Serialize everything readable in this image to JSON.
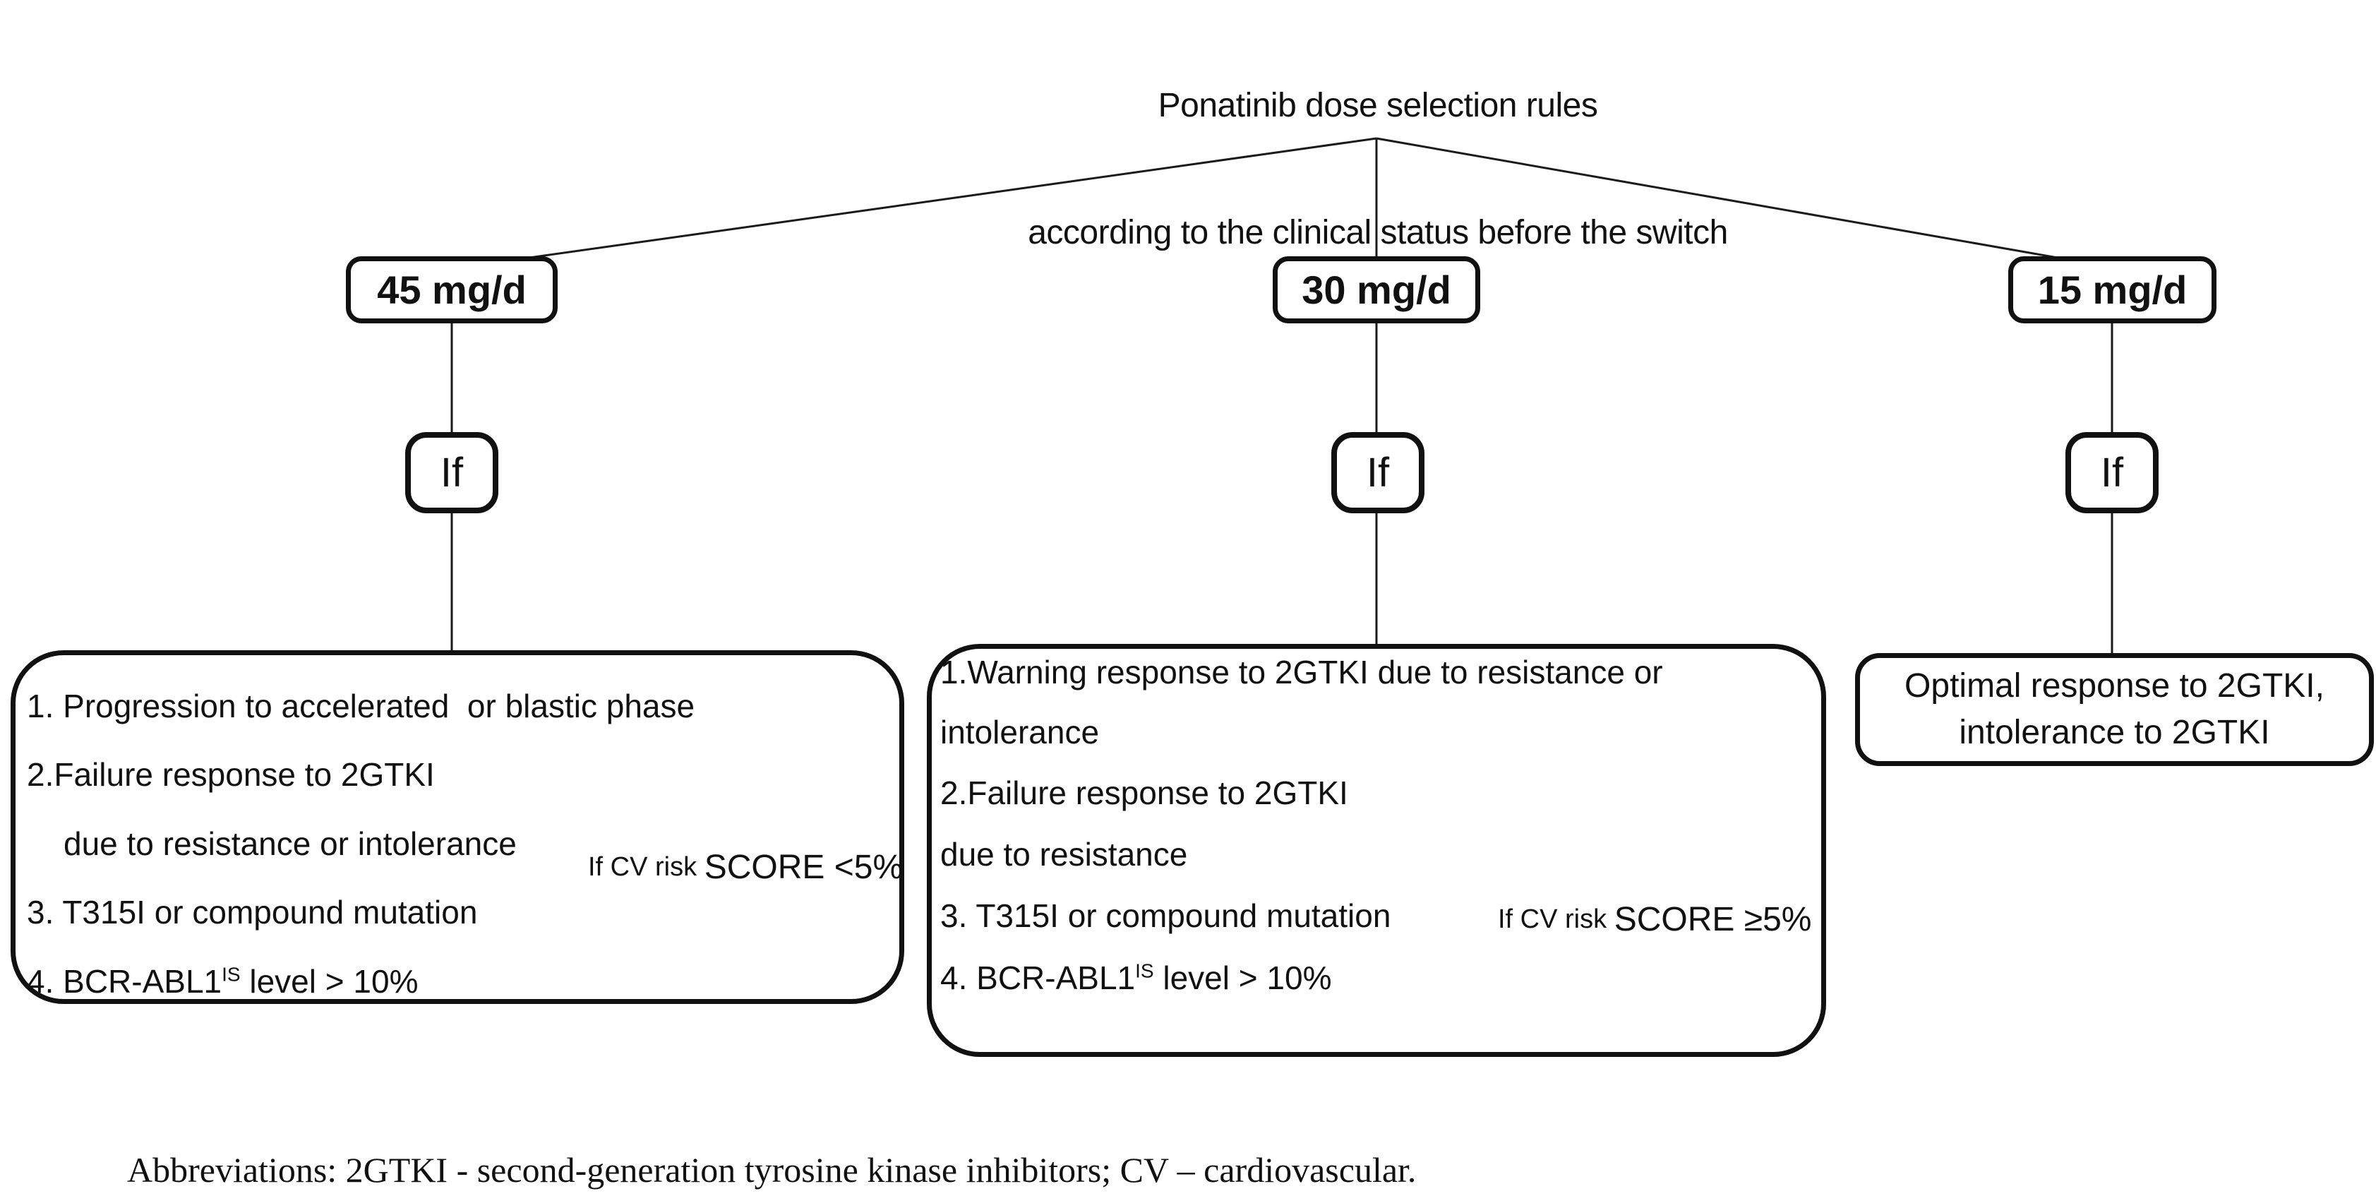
{
  "title": {
    "line1": "Ponatinib dose selection rules",
    "line2": "according to the clinical status before the switch"
  },
  "doses": {
    "d45": "45 mg/d",
    "d30": "30 mg/d",
    "d15": "15 mg/d"
  },
  "if_label": "If",
  "col45": {
    "items": [
      "1. Progression to accelerated  or blastic phase",
      "2.Failure response to 2GTKI",
      "due to resistance or intolerance",
      "3. T315I or compound mutation"
    ],
    "item4": {
      "prefix": "4. BCR-ABL1",
      "sup": "IS",
      "suffix": " level > 10%"
    },
    "bracket_label": {
      "prefix": "If CV risk ",
      "value": "SCORE <5%"
    }
  },
  "col30": {
    "items": [
      "1.Warning response to 2GTKI due to resistance or",
      "intolerance",
      "2.Failure response to 2GTKI",
      "due to resistance",
      "3. T315I or compound mutation"
    ],
    "item4": {
      "prefix": "4. BCR-ABL1",
      "sup": "IS",
      "suffix": " level > 10%"
    },
    "bracket_label": {
      "prefix": "If CV risk ",
      "value": "SCORE ≥5%"
    }
  },
  "col15": {
    "line1": "Optimal response to 2GTKI,",
    "line2": "intolerance to 2GTKI"
  },
  "footer": {
    "abbreviations": "Abbreviations: 2GTKI - second-generation tyrosine kinase inhibitors; CV – cardiovascular."
  },
  "colors": {
    "ink": "#111111",
    "background": "#ffffff"
  }
}
